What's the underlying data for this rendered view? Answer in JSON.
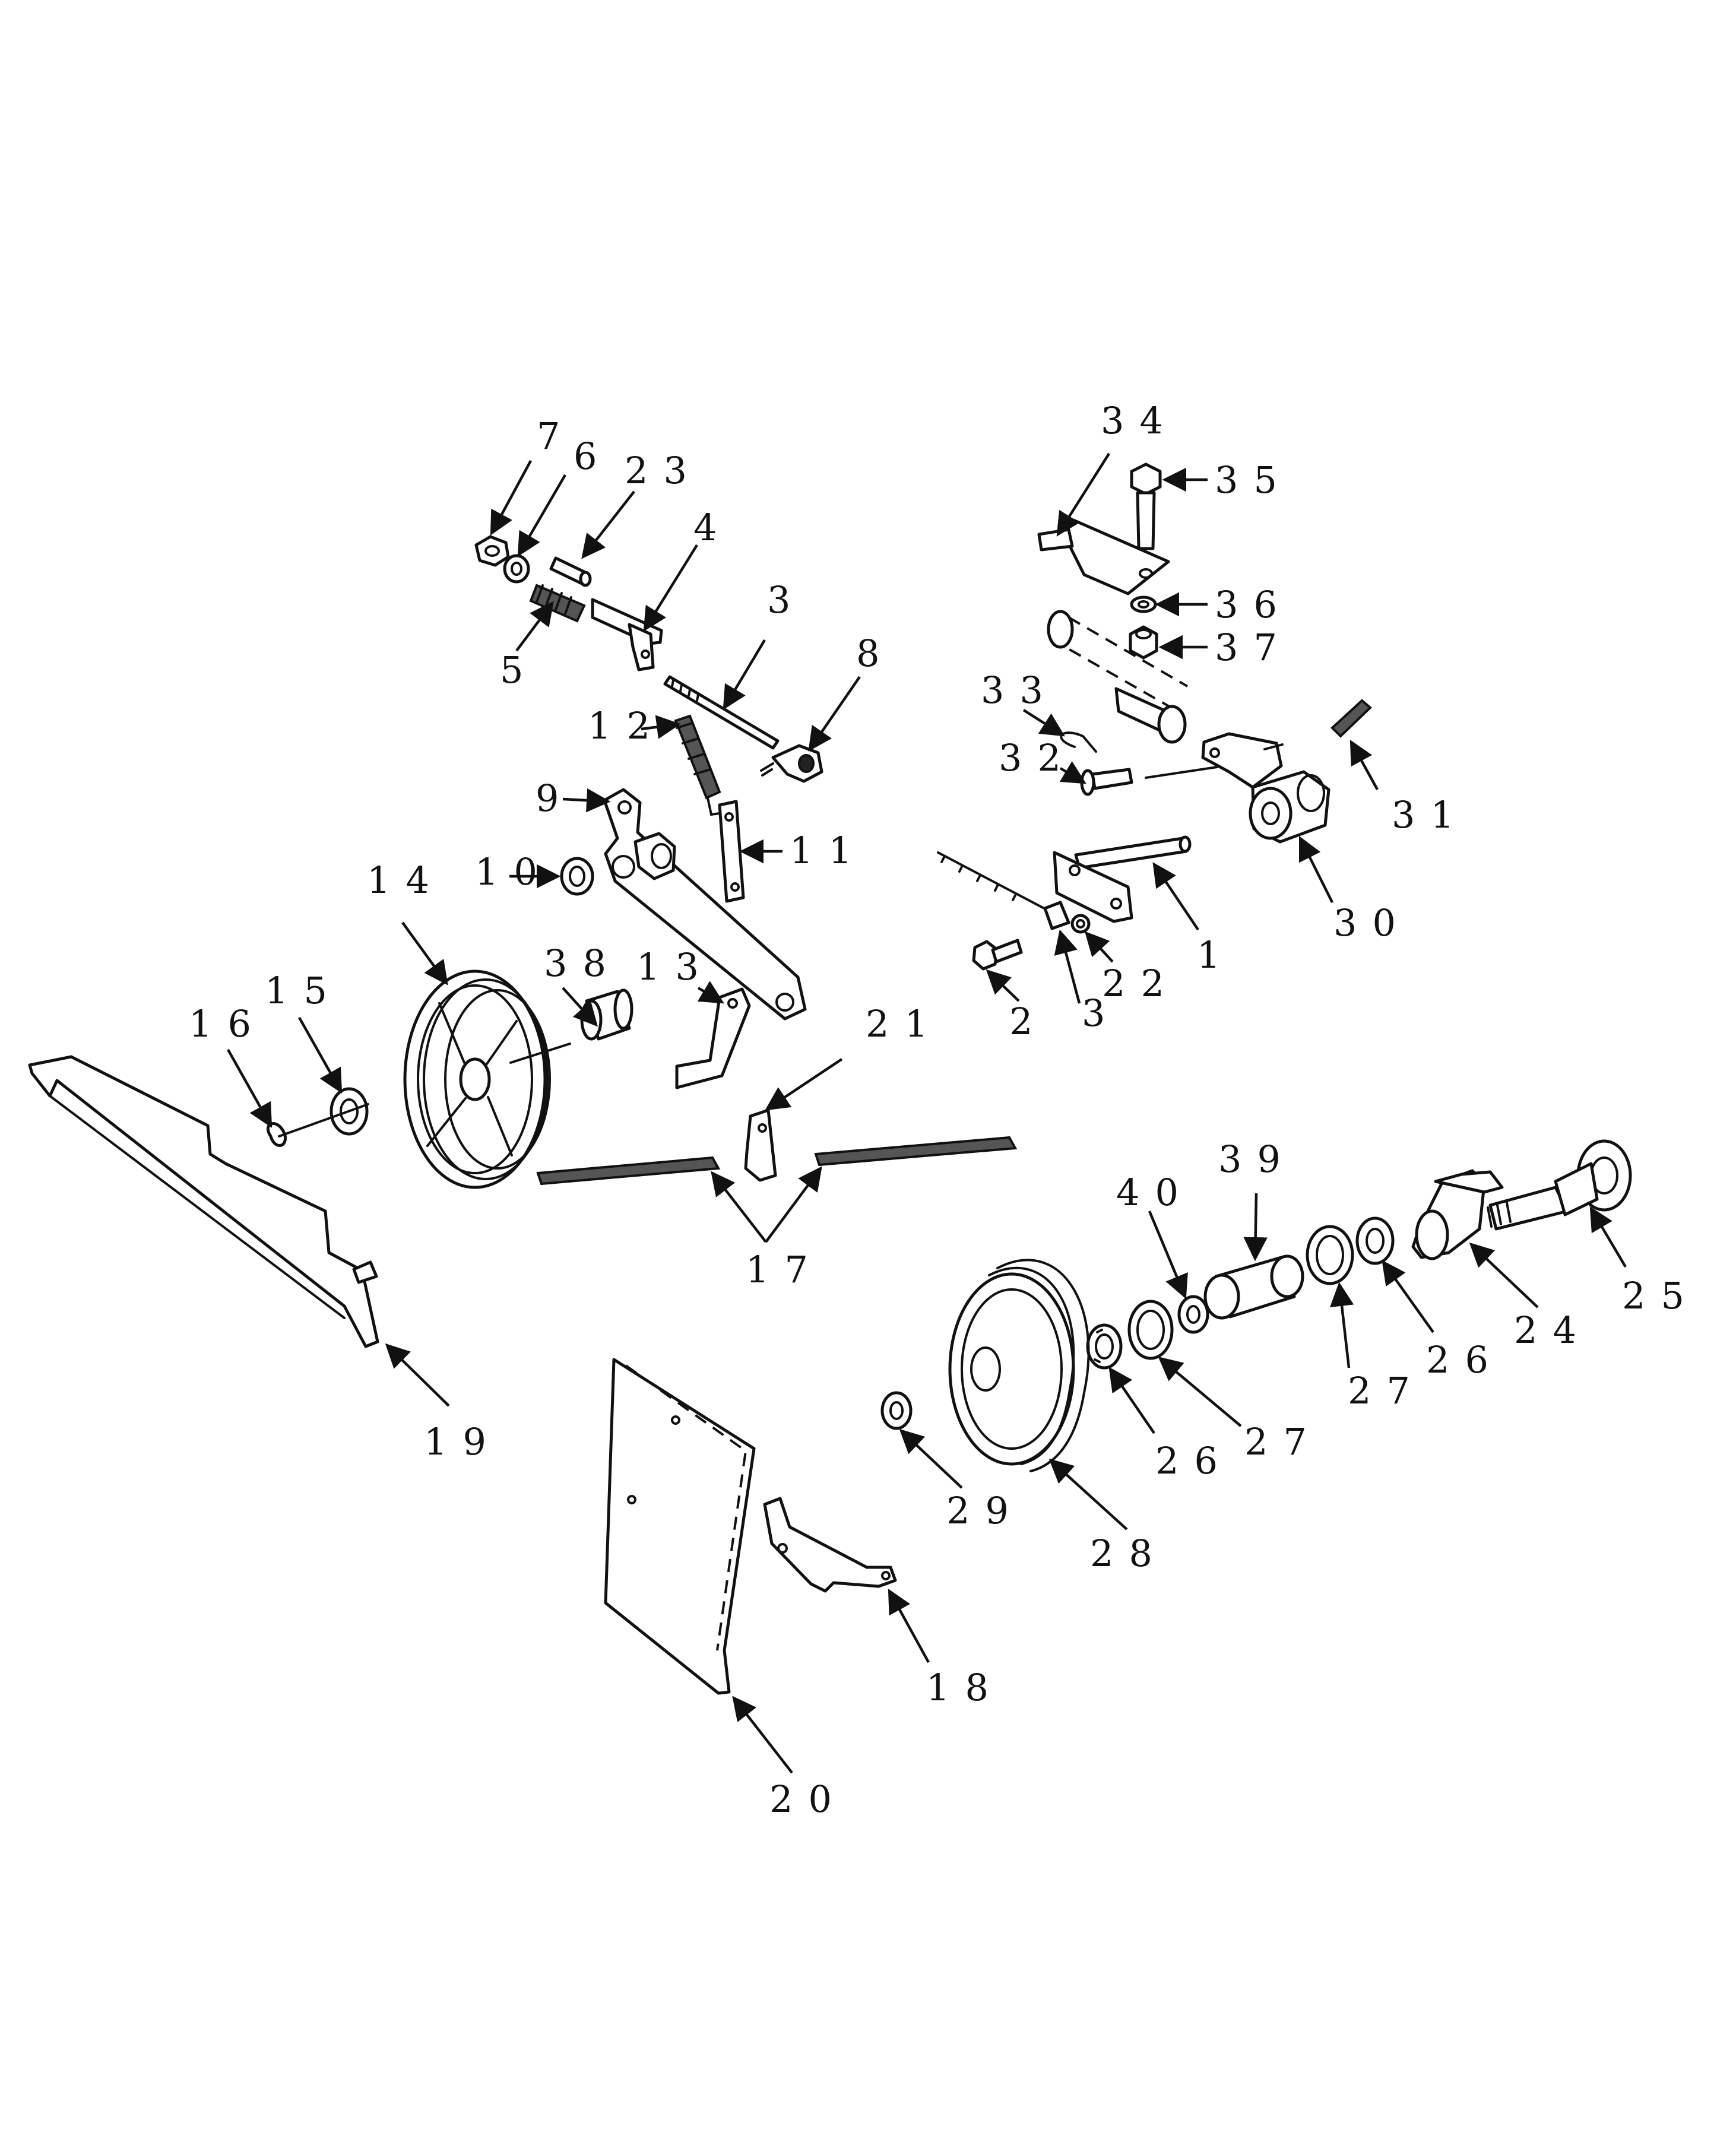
{
  "colors": {
    "ink": "#111111",
    "paper": "#ffffff"
  },
  "callouts": [
    {
      "key": "c1",
      "text": "1"
    },
    {
      "key": "c2",
      "text": "2"
    },
    {
      "key": "c3a",
      "text": "3"
    },
    {
      "key": "c3b",
      "text": "3"
    },
    {
      "key": "c4",
      "text": "4"
    },
    {
      "key": "c5",
      "text": "5"
    },
    {
      "key": "c6",
      "text": "6"
    },
    {
      "key": "c7",
      "text": "7"
    },
    {
      "key": "c8",
      "text": "8"
    },
    {
      "key": "c9",
      "text": "9"
    },
    {
      "key": "c10",
      "text": "10"
    },
    {
      "key": "c11",
      "text": "11"
    },
    {
      "key": "c12",
      "text": "12"
    },
    {
      "key": "c13",
      "text": "13"
    },
    {
      "key": "c14",
      "text": "14"
    },
    {
      "key": "c15",
      "text": "15"
    },
    {
      "key": "c16",
      "text": "16"
    },
    {
      "key": "c17",
      "text": "17"
    },
    {
      "key": "c18",
      "text": "18"
    },
    {
      "key": "c19",
      "text": "19"
    },
    {
      "key": "c20",
      "text": "20"
    },
    {
      "key": "c21",
      "text": "21"
    },
    {
      "key": "c22",
      "text": "22"
    },
    {
      "key": "c23",
      "text": "23"
    },
    {
      "key": "c24",
      "text": "24"
    },
    {
      "key": "c25",
      "text": "25"
    },
    {
      "key": "c26a",
      "text": "26"
    },
    {
      "key": "c26b",
      "text": "26"
    },
    {
      "key": "c27a",
      "text": "27"
    },
    {
      "key": "c27b",
      "text": "27"
    },
    {
      "key": "c28",
      "text": "28"
    },
    {
      "key": "c29",
      "text": "29"
    },
    {
      "key": "c30",
      "text": "30"
    },
    {
      "key": "c31",
      "text": "31"
    },
    {
      "key": "c32",
      "text": "32"
    },
    {
      "key": "c33",
      "text": "33"
    },
    {
      "key": "c34",
      "text": "34"
    },
    {
      "key": "c35",
      "text": "35"
    },
    {
      "key": "c36",
      "text": "36"
    },
    {
      "key": "c37",
      "text": "37"
    },
    {
      "key": "c38",
      "text": "38"
    },
    {
      "key": "c39",
      "text": "39"
    },
    {
      "key": "c40",
      "text": "40"
    }
  ]
}
